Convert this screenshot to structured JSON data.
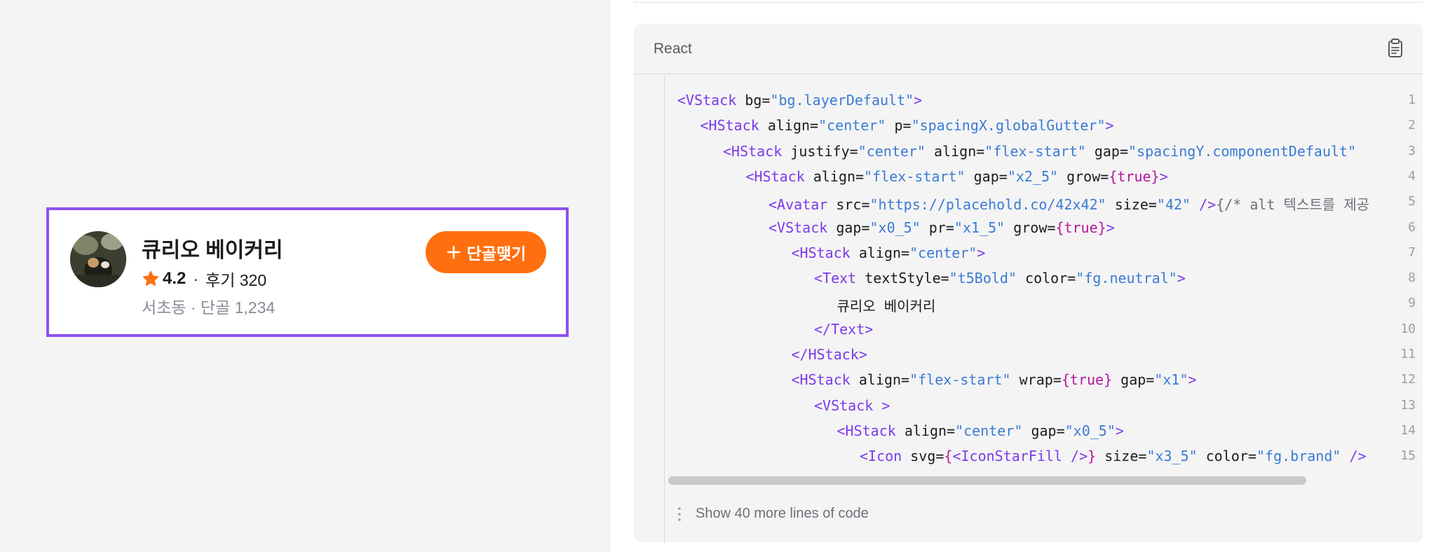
{
  "preview": {
    "store_name": "큐리오 베이커리",
    "rating": "4.2",
    "rating_separator": "·",
    "review_text": "후기 320",
    "meta_text": "서초동 · 단골 1,234",
    "follow_button_label": "단골맺기",
    "accent_color": "#ff6f0f",
    "frame_color": "#8c52f0",
    "avatar_icon": "avatar-photo",
    "star_icon": "star-fill-icon"
  },
  "code_panel": {
    "language": "React",
    "copy_icon": "clipboard-icon",
    "show_more_label": "Show 40 more lines of code",
    "lines": [
      {
        "num": "1",
        "indent": 0,
        "tokens": [
          [
            "tag",
            "<VStack "
          ],
          [
            "attr",
            "bg"
          ],
          [
            "eq",
            "="
          ],
          [
            "str",
            "\"bg.layerDefault\""
          ],
          [
            "tag",
            ">"
          ]
        ]
      },
      {
        "num": "2",
        "indent": 1,
        "tokens": [
          [
            "tag",
            "<HStack "
          ],
          [
            "attr",
            "align"
          ],
          [
            "eq",
            "="
          ],
          [
            "str",
            "\"center\""
          ],
          [
            "attr",
            " p"
          ],
          [
            "eq",
            "="
          ],
          [
            "str",
            "\"spacingX.globalGutter\""
          ],
          [
            "tag",
            ">"
          ]
        ]
      },
      {
        "num": "3",
        "indent": 2,
        "tokens": [
          [
            "tag",
            "<HStack "
          ],
          [
            "attr",
            "justify"
          ],
          [
            "eq",
            "="
          ],
          [
            "str",
            "\"center\""
          ],
          [
            "attr",
            " align"
          ],
          [
            "eq",
            "="
          ],
          [
            "str",
            "\"flex-start\""
          ],
          [
            "attr",
            " gap"
          ],
          [
            "eq",
            "="
          ],
          [
            "str",
            "\"spacingY.componentDefault\""
          ]
        ]
      },
      {
        "num": "4",
        "indent": 3,
        "tokens": [
          [
            "tag",
            "<HStack "
          ],
          [
            "attr",
            "align"
          ],
          [
            "eq",
            "="
          ],
          [
            "str",
            "\"flex-start\""
          ],
          [
            "attr",
            " gap"
          ],
          [
            "eq",
            "="
          ],
          [
            "str",
            "\"x2_5\""
          ],
          [
            "attr",
            " grow"
          ],
          [
            "eq",
            "="
          ],
          [
            "brace",
            "{true}"
          ],
          [
            "tag",
            ">"
          ]
        ]
      },
      {
        "num": "5",
        "indent": 4,
        "tokens": [
          [
            "tag",
            "<Avatar "
          ],
          [
            "attr",
            "src"
          ],
          [
            "eq",
            "="
          ],
          [
            "str",
            "\"https://placehold.co/42x42\""
          ],
          [
            "attr",
            " size"
          ],
          [
            "eq",
            "="
          ],
          [
            "str",
            "\"42\""
          ],
          [
            "tag",
            " />"
          ],
          [
            "cmt",
            "{/* alt 텍스트를 제공"
          ]
        ]
      },
      {
        "num": "6",
        "indent": 4,
        "tokens": [
          [
            "tag",
            "<VStack "
          ],
          [
            "attr",
            "gap"
          ],
          [
            "eq",
            "="
          ],
          [
            "str",
            "\"x0_5\""
          ],
          [
            "attr",
            " pr"
          ],
          [
            "eq",
            "="
          ],
          [
            "str",
            "\"x1_5\""
          ],
          [
            "attr",
            " grow"
          ],
          [
            "eq",
            "="
          ],
          [
            "brace",
            "{true}"
          ],
          [
            "tag",
            ">"
          ]
        ]
      },
      {
        "num": "7",
        "indent": 5,
        "tokens": [
          [
            "tag",
            "<HStack "
          ],
          [
            "attr",
            "align"
          ],
          [
            "eq",
            "="
          ],
          [
            "str",
            "\"center\""
          ],
          [
            "tag",
            ">"
          ]
        ]
      },
      {
        "num": "8",
        "indent": 6,
        "tokens": [
          [
            "tag",
            "<Text "
          ],
          [
            "attr",
            "textStyle"
          ],
          [
            "eq",
            "="
          ],
          [
            "str",
            "\"t5Bold\""
          ],
          [
            "attr",
            " color"
          ],
          [
            "eq",
            "="
          ],
          [
            "str",
            "\"fg.neutral\""
          ],
          [
            "tag",
            ">"
          ]
        ]
      },
      {
        "num": "9",
        "indent": 7,
        "tokens": [
          [
            "text",
            "큐리오 베이커리"
          ]
        ]
      },
      {
        "num": "10",
        "indent": 6,
        "tokens": [
          [
            "tag",
            "</Text>"
          ]
        ]
      },
      {
        "num": "11",
        "indent": 5,
        "tokens": [
          [
            "tag",
            "</HStack>"
          ]
        ]
      },
      {
        "num": "12",
        "indent": 5,
        "tokens": [
          [
            "tag",
            "<HStack "
          ],
          [
            "attr",
            "align"
          ],
          [
            "eq",
            "="
          ],
          [
            "str",
            "\"flex-start\""
          ],
          [
            "attr",
            " wrap"
          ],
          [
            "eq",
            "="
          ],
          [
            "brace",
            "{true}"
          ],
          [
            "attr",
            " gap"
          ],
          [
            "eq",
            "="
          ],
          [
            "str",
            "\"x1\""
          ],
          [
            "tag",
            ">"
          ]
        ]
      },
      {
        "num": "13",
        "indent": 6,
        "tokens": [
          [
            "tag",
            "<VStack >"
          ]
        ]
      },
      {
        "num": "14",
        "indent": 7,
        "tokens": [
          [
            "tag",
            "<HStack "
          ],
          [
            "attr",
            "align"
          ],
          [
            "eq",
            "="
          ],
          [
            "str",
            "\"center\""
          ],
          [
            "attr",
            " gap"
          ],
          [
            "eq",
            "="
          ],
          [
            "str",
            "\"x0_5\""
          ],
          [
            "tag",
            ">"
          ]
        ]
      },
      {
        "num": "15",
        "indent": 8,
        "tokens": [
          [
            "tag",
            "<Icon "
          ],
          [
            "attr",
            "svg"
          ],
          [
            "eq",
            "="
          ],
          [
            "brace",
            "{"
          ],
          [
            "tag",
            "<IconStarFill />"
          ],
          [
            "brace",
            "}"
          ],
          [
            "attr",
            " size"
          ],
          [
            "eq",
            "="
          ],
          [
            "str",
            "\"x3_5\""
          ],
          [
            "attr",
            " color"
          ],
          [
            "eq",
            "="
          ],
          [
            "str",
            "\"fg.brand\""
          ],
          [
            "tag",
            " />"
          ]
        ]
      }
    ]
  }
}
